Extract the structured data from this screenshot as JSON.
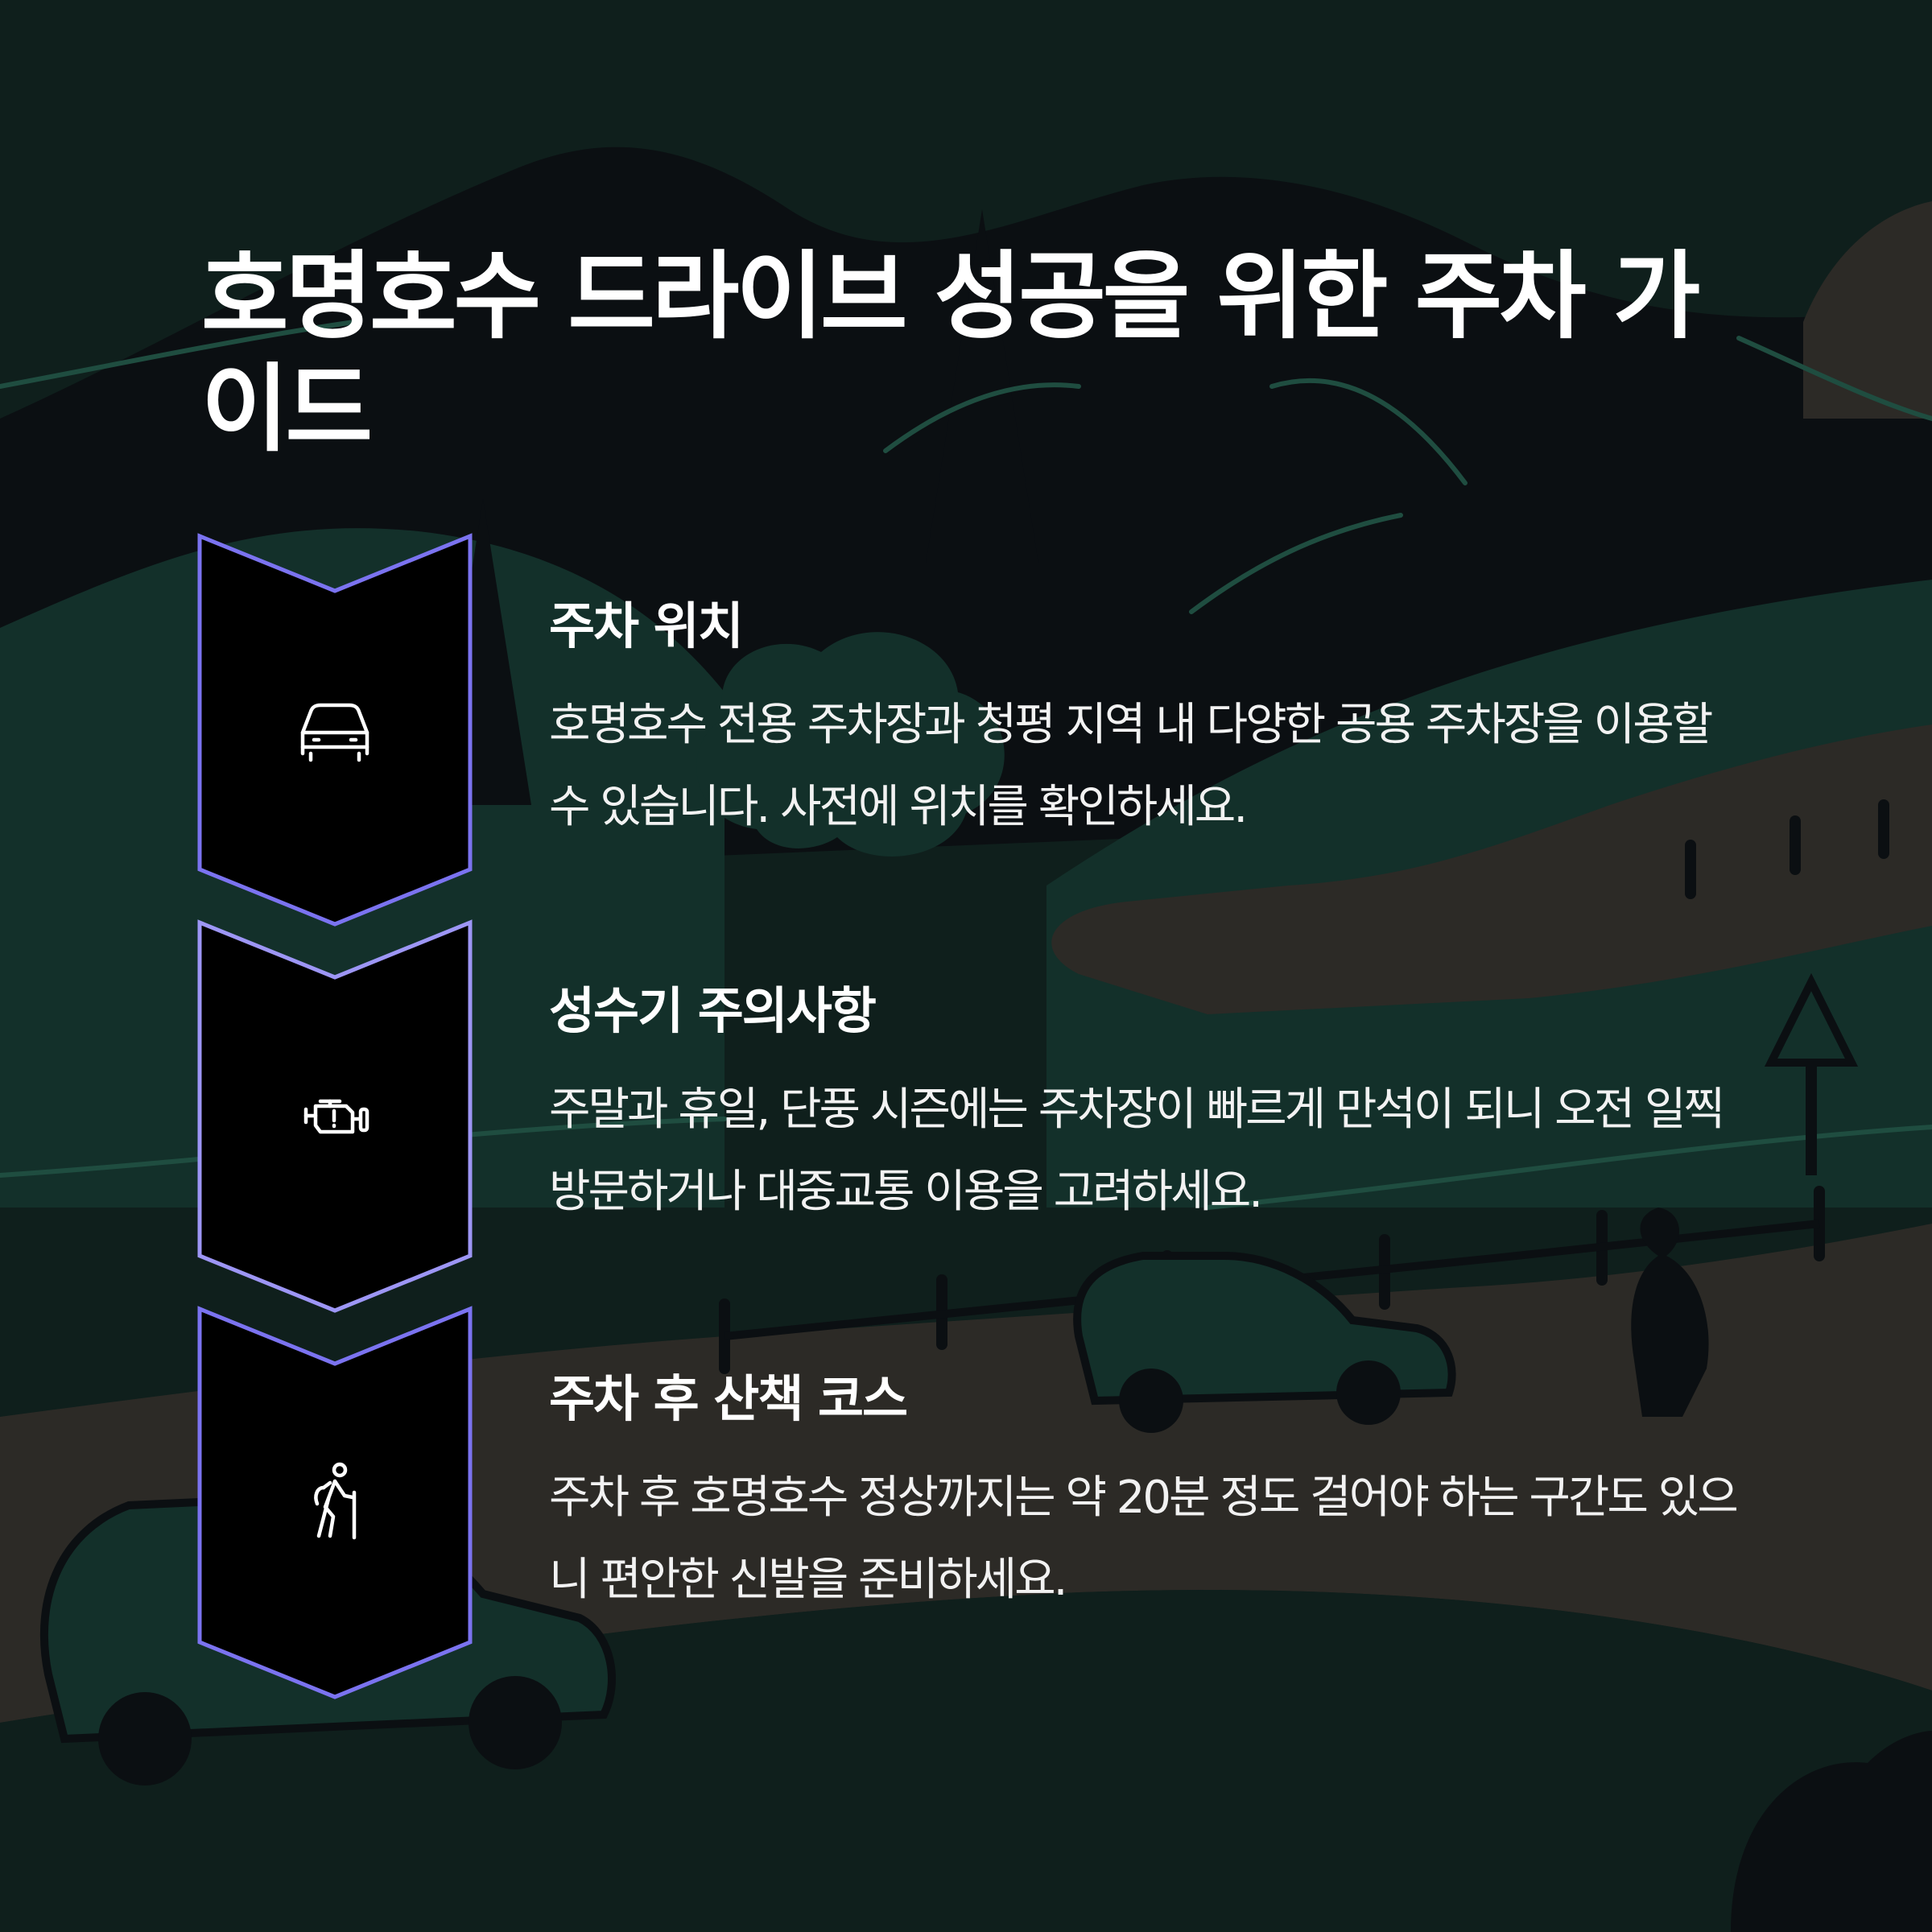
{
  "title": "호명호수 드라이브 성공을 위한 주차 가이드",
  "colors": {
    "background": "#0f1f1c",
    "mountain_dark": "#0b0f12",
    "hill_green": "#13302a",
    "line_green": "#1f4d40",
    "road": "#2c2a26",
    "chevron_fill": "#000000",
    "chevron_stroke_1": "#7b73f0",
    "chevron_stroke_2": "#9d96f5",
    "chevron_stroke_3": "#7b73f0"
  },
  "steps": [
    {
      "icon": "car-icon",
      "title": "주차 위치",
      "body": "호명호수 전용 주차장과 청평 지역 내 다양한 공용 주차장을 이용할 수 있습니다. 사전에 위치를 확인하세요."
    },
    {
      "icon": "engine-warning-icon",
      "title": "성수기 주의사항",
      "body": "주말과 휴일, 단풍 시즌에는 주차장이 빠르게 만석이 되니 오전 일찍 방문하거나 대중교통 이용을 고려하세요."
    },
    {
      "icon": "hiker-icon",
      "title": "주차 후 산책 코스",
      "body": "주차 후 호명호수 정상까지는 약 20분 정도 걸어야 하는 구간도 있으니 편안한 신발을 준비하세요."
    }
  ]
}
